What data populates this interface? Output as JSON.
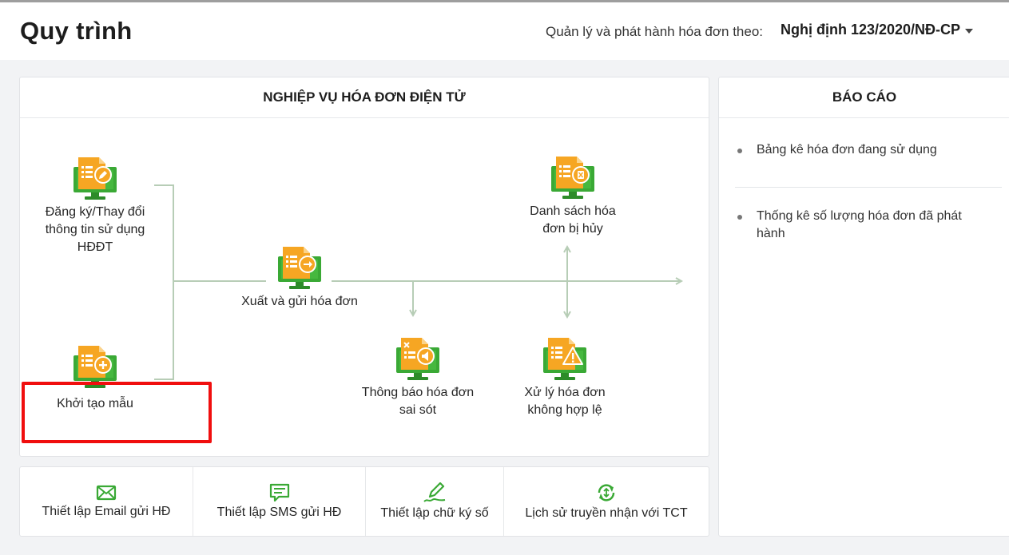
{
  "header": {
    "title": "Quy trình",
    "decree_label": "Quản lý và phát hành hóa đơn theo:",
    "decree_value": "Nghị định 123/2020/NĐ-CP"
  },
  "main_panel": {
    "title": "NGHIỆP VỤ HÓA ĐƠN ĐIỆN TỬ",
    "nodes": {
      "register": {
        "line1": "Đăng ký/Thay đổi",
        "line2": "thông tin sử dụng",
        "line3": "HĐĐT"
      },
      "template": {
        "line1": "Khởi tạo mẫu"
      },
      "issue": {
        "line1": "Xuất và gửi hóa đơn"
      },
      "cancelled": {
        "line1": "Danh sách hóa",
        "line2": "đơn bị hủy"
      },
      "error_notice": {
        "line1": "Thông báo hóa đơn",
        "line2": "sai sót"
      },
      "invalid": {
        "line1": "Xử lý hóa đơn",
        "line2": "không hợp lệ"
      }
    }
  },
  "report_panel": {
    "title": "BÁO CÁO",
    "items": [
      {
        "line1": "Bảng kê hóa đơn đang sử dụng"
      },
      {
        "line1": "Thống kê số lượng hóa đơn đã phát",
        "line2": "hành"
      }
    ]
  },
  "settings": [
    {
      "label": "Thiết lập Email gửi HĐ",
      "icon": "mail-icon"
    },
    {
      "label": "Thiết lập SMS gửi HĐ",
      "icon": "sms-icon"
    },
    {
      "label": "Thiết lập chữ ký số",
      "icon": "signature-icon"
    },
    {
      "label": "Lịch sử truyền nhận với TCT",
      "icon": "sync-history-icon"
    }
  ],
  "colors": {
    "accent_green": "#3aa935",
    "doc_orange": "#f6a623",
    "flow_line": "#b7cdb6",
    "highlight_red": "#f00e0e"
  }
}
